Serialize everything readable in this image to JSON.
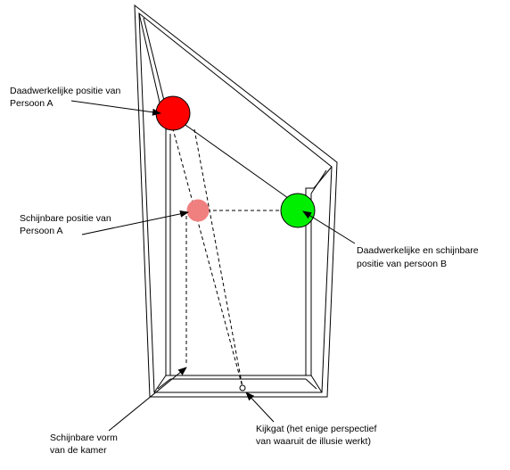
{
  "colors": {
    "person_a_actual": "#ff0000",
    "person_a_apparent": "#f08080",
    "person_b": "#00ee00",
    "line": "#000000",
    "background": "#ffffff"
  },
  "labels": {
    "person_a_actual": [
      "Daadwerkelijke positie van",
      "Persoon A"
    ],
    "person_a_apparent": [
      "Schijnbare positie van",
      "Persoon A"
    ],
    "person_b": [
      "Daadwerkelijke en schijnbare",
      "positie van persoon B"
    ],
    "apparent_room": [
      "Schijnbare vorm",
      "van de kamer"
    ],
    "peephole": [
      "Kijkgat (het enige perspectief",
      "van waaruit de illusie werkt)"
    ]
  }
}
